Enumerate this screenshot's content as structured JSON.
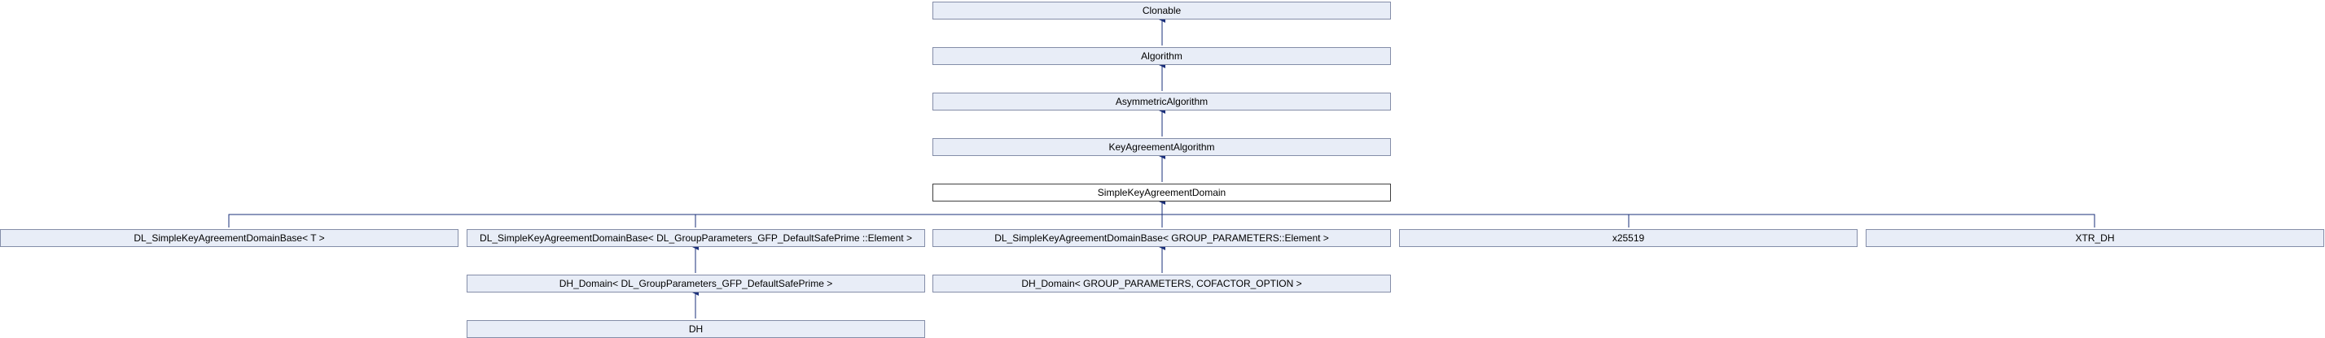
{
  "diagram": {
    "type": "class-inheritance",
    "edge_color": "#1a2f7a",
    "node_fill": "#e8edf7",
    "current_fill": "#ffffff",
    "nodes": {
      "clonable": "Clonable",
      "algorithm": "Algorithm",
      "asymmetric_algorithm": "AsymmetricAlgorithm",
      "key_agreement_algorithm": "KeyAgreementAlgorithm",
      "simple_key_agreement_domain": "SimpleKeyAgreementDomain",
      "dl_base_t": "DL_SimpleKeyAgreementDomainBase< T >",
      "dl_base_gfp": "DL_SimpleKeyAgreementDomainBase< DL_GroupParameters_GFP_DefaultSafePrime ::Element >",
      "dl_base_group": "DL_SimpleKeyAgreementDomainBase< GROUP_PARAMETERS::Element >",
      "x25519": "x25519",
      "xtr_dh": "XTR_DH",
      "dh_domain_gfp": "DH_Domain< DL_GroupParameters_GFP_DefaultSafePrime >",
      "dh_domain_group": "DH_Domain< GROUP_PARAMETERS, COFACTOR_OPTION >",
      "dh": "DH"
    },
    "current_node": "simple_key_agreement_domain"
  }
}
